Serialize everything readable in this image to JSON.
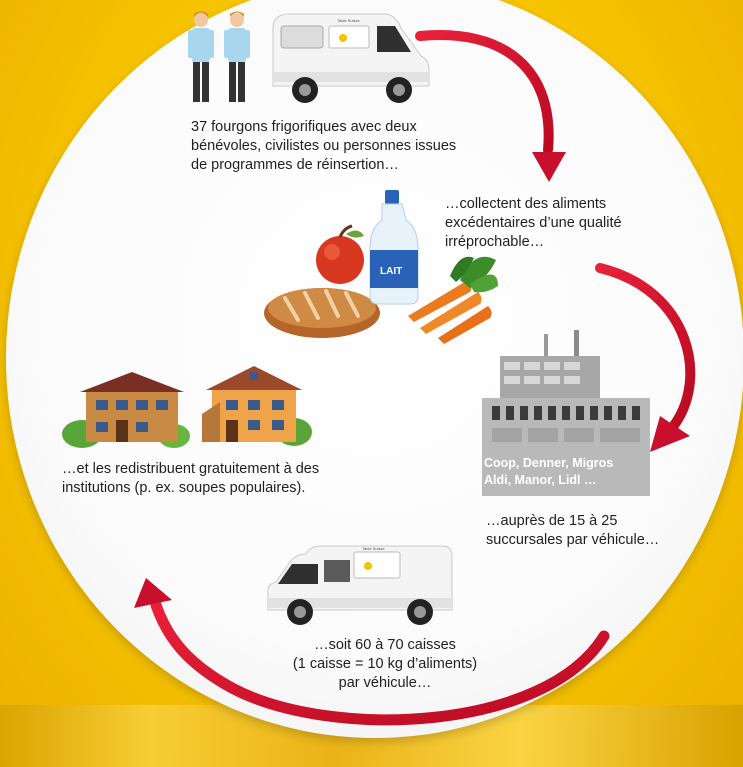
{
  "steps": {
    "vans_volunteers": "37 fourgons frigorifiques avec deux\nbénévoles, civilistes ou personnes issues\nde programmes de réinsertion…",
    "collect": "…collectent des aliments\nexcédentaires d’une qualité\nirréprochable…",
    "branches": "…auprès de 15 à 25\nsuccursales par véhicule…",
    "crates": "…soit 60 à 70 caisses\n(1 caisse = 10 kg d’aliments)\npar véhicule…",
    "redistribute": "…et les redistribuent gratuitement à des\ninstitutions (p. ex. soupes populaires)."
  },
  "factory_stores": "Coop, Denner, Migros\nAldi, Manor, Lidl …",
  "milk_label": "LAIT",
  "van_logo": "Table Suisse",
  "colors": {
    "background": "#f7c400",
    "arrow": "#d8102a",
    "plate": "#ffffff",
    "factory": "#b8b8b8",
    "text": "#1f1f1f"
  },
  "icons": [
    "volunteers-icon",
    "van-icon",
    "milk-bottle-icon",
    "apple-icon",
    "bread-icon",
    "carrots-icon",
    "factory-icon",
    "houses-icon"
  ]
}
